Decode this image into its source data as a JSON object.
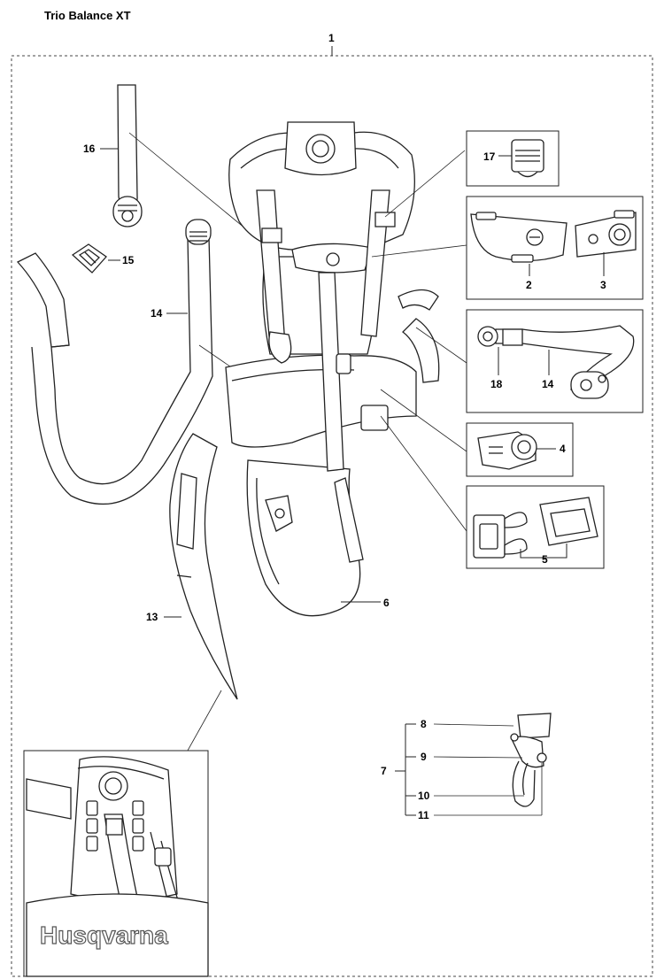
{
  "title": "Trio Balance XT",
  "callouts": {
    "c1": "1",
    "c2": "2",
    "c3": "3",
    "c4": "4",
    "c5": "5",
    "c6": "6",
    "c7": "7",
    "c8": "8",
    "c9": "9",
    "c10": "10",
    "c11": "11",
    "c13": "13",
    "c14a": "14",
    "c14b": "14",
    "c15": "15",
    "c16": "16",
    "c17": "17",
    "c18": "18"
  },
  "brand_text": "Husqvarna",
  "colors": {
    "line": "#222222",
    "fill": "#ffffff",
    "dash": "#444444"
  }
}
